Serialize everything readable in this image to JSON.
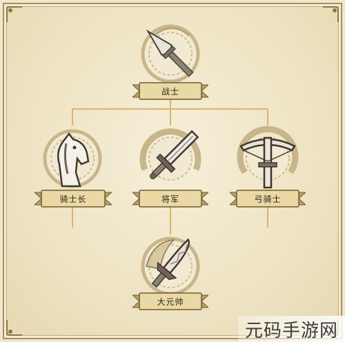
{
  "class_tree": {
    "root": {
      "name": "战士",
      "icon": "spear-icon"
    },
    "tier2": [
      {
        "name": "骑士长",
        "icon": "horse-head-icon"
      },
      {
        "name": "将军",
        "icon": "greatsword-icon"
      },
      {
        "name": "弓骑士",
        "icon": "crossbow-icon"
      }
    ],
    "tier3": {
      "name": "大元帅",
      "icon": "ornate-blade-icon"
    }
  },
  "watermark": {
    "text": "元码手游网"
  },
  "colors": {
    "panel": "#efe3c3",
    "banner": "#e7d8a8",
    "line": "#d6b26a",
    "emblem": "#cbb88f"
  }
}
